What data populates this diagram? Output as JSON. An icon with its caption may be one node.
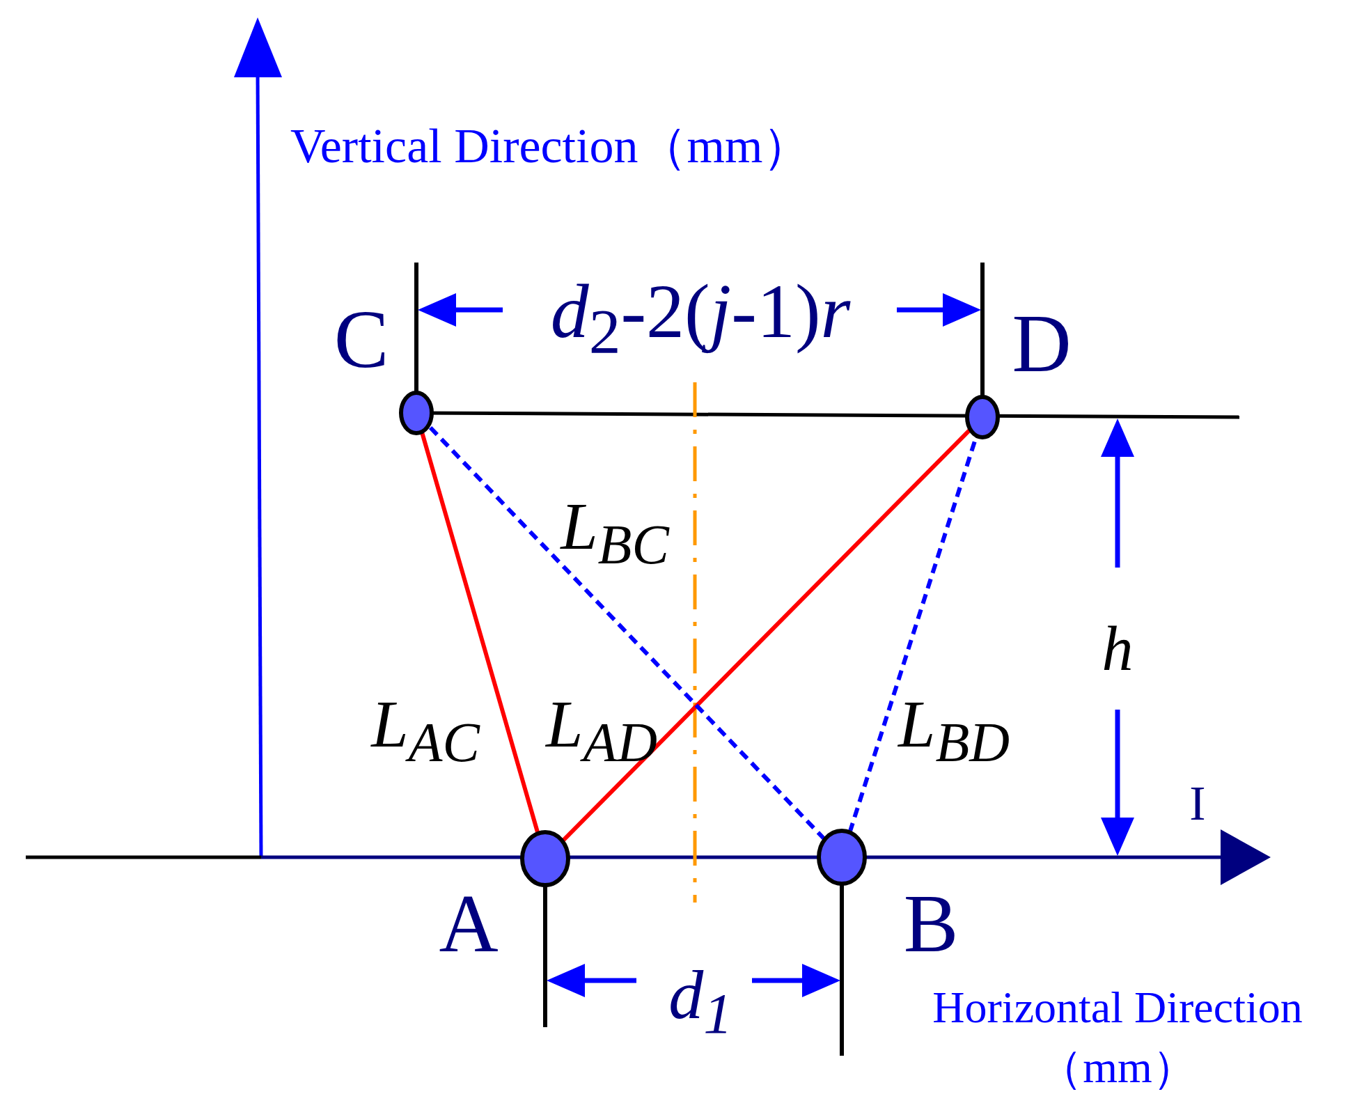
{
  "diagram": {
    "nodes": [
      {
        "text": [
          "C"
        ]
      },
      {
        "text": [
          "D"
        ]
      },
      {
        "text": [
          "A"
        ]
      },
      {
        "text": [
          "B"
        ]
      }
    ],
    "edges": [
      {
        "from": 2,
        "to": 0,
        "arrow": "none",
        "label": "L$_{AC}$",
        "color": "#ff0000"
      },
      {
        "from": 2,
        "to": 1,
        "arrow": "none",
        "label": "L$_{AD}$",
        "color": "#ff0000"
      },
      {
        "from": 3,
        "to": 0,
        "arrow": "none",
        "label": "L$_{BC}$",
        "style": "dashed",
        "color": "#0000ff"
      },
      {
        "from": 3,
        "to": 1,
        "arrow": "none",
        "label": "L$_{BD}$",
        "style": "dashed",
        "color": "#0000ff"
      }
    ],
    "labels": [
      "Vertical Direction（mm）",
      "*d*$_{2}$-2(*j*-1)*r*",
      "h",
      "I",
      "d$_{1}$",
      "Horizontal Direction （mm）"
    ]
  }
}
